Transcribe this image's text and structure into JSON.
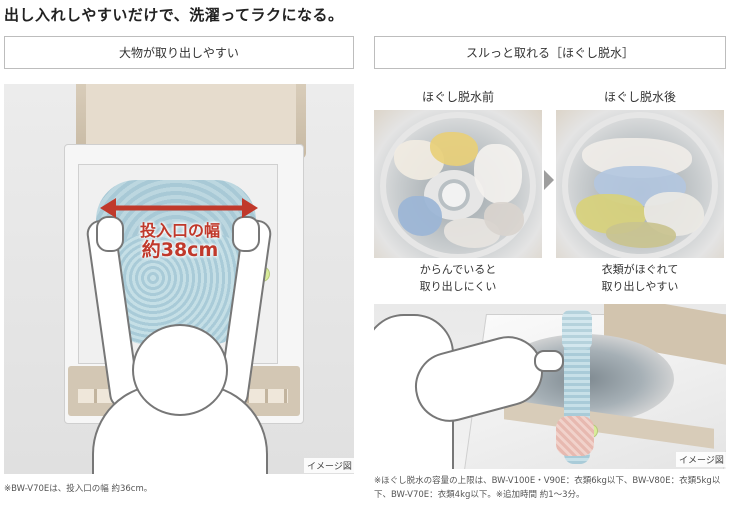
{
  "headline": "出し入れしやすいだけで、洗濯ってラクになる。",
  "left_panel": {
    "label": "大物が取り出しやすい",
    "width_callout_line1": "投入口の幅",
    "width_callout_line2": "約38cm",
    "image_caption": "イメージ図",
    "note": "※BW-V70Eは、投入口の幅 約36cm。"
  },
  "right_panel": {
    "label": "スルっと取れる［ほぐし脱水］",
    "before": {
      "title": "ほぐし脱水前",
      "desc_line1": "からんでいると",
      "desc_line2": "取り出しにくい"
    },
    "after": {
      "title": "ほぐし脱水後",
      "desc_line1": "衣類がほぐれて",
      "desc_line2": "取り出しやすい"
    },
    "image_caption": "イメージ図",
    "note": "※ほぐし脱水の容量の上限は、BW-V100E・V90E：衣類6kg以下、BW-V80E：衣類5kg以下、BW-V70E：衣類4kg以下。※追加時間 約1～3分。"
  },
  "colors": {
    "accent_red": "#c0392b",
    "border_gray": "#bdbdbd",
    "indicator_green": "#d9ec9b"
  },
  "icons": {
    "arrow": "triangle-right-icon",
    "width_arrow": "double-headed-arrow-icon"
  }
}
